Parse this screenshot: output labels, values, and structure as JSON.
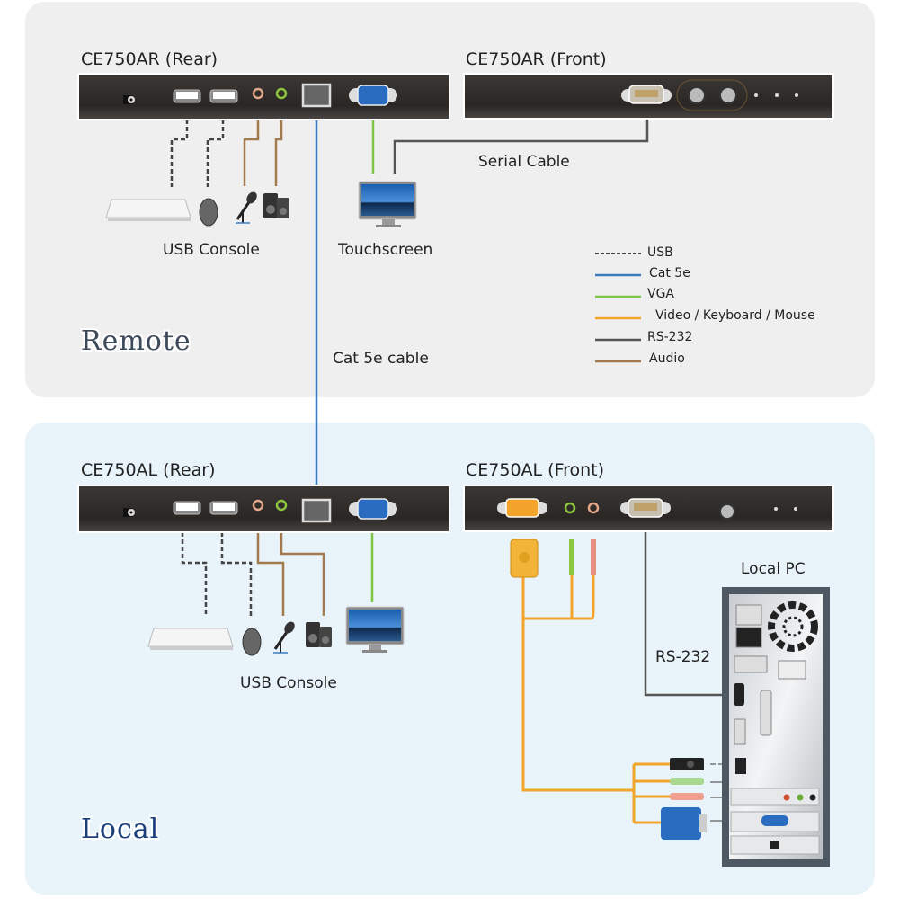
{
  "zones": {
    "remote": {
      "label": "Remote",
      "color": "#3c4a5a",
      "background": "#efefef"
    },
    "local": {
      "label": "Local",
      "color": "#1a3f7a",
      "background": "#e8f3fa"
    }
  },
  "devices": {
    "remote_rear": {
      "title": "CE750AR (Rear)",
      "ports": [
        "power",
        "usb",
        "usb",
        "audio-mic",
        "audio-speaker",
        "rj45",
        "vga"
      ]
    },
    "remote_front": {
      "title": "CE750AR (Front)",
      "ports": [
        "rs232",
        "button",
        "button",
        "led",
        "led",
        "led"
      ]
    },
    "local_rear": {
      "title": "CE750AL (Rear)",
      "ports": [
        "power",
        "usb",
        "usb",
        "audio-mic",
        "audio-speaker",
        "rj45",
        "vga"
      ]
    },
    "local_front": {
      "title": "CE750AL (Front)",
      "ports": [
        "kvm-port",
        "audio-speaker",
        "audio-mic",
        "rs232",
        "button",
        "led",
        "led"
      ]
    }
  },
  "labels": {
    "remote_usb_console": "USB Console",
    "touchscreen": "Touchscreen",
    "serial_cable": "Serial Cable",
    "cat5e_cable": "Cat 5e cable",
    "local_usb_console": "USB Console",
    "local_pc": "Local PC",
    "rs232": "RS-232"
  },
  "legend": [
    {
      "label": "USB",
      "color": "#444444",
      "style": "dashed"
    },
    {
      "label": "Cat 5e",
      "color": "#3a7cc0",
      "style": "solid"
    },
    {
      "label": "VGA",
      "color": "#7ec544",
      "style": "solid"
    },
    {
      "label": "Video / Keyboard / Mouse",
      "color": "#f2a52a",
      "style": "solid"
    },
    {
      "label": "RS-232",
      "color": "#555555",
      "style": "solid"
    },
    {
      "label": "Audio",
      "color": "#a27a4e",
      "style": "solid"
    }
  ],
  "colors": {
    "usb": "#444444",
    "cat5e": "#3a7cc0",
    "vga": "#7ec544",
    "kvm": "#f2a52a",
    "rs232": "#555555",
    "audio": "#a27a4e",
    "device_body": "#2e2a27"
  }
}
